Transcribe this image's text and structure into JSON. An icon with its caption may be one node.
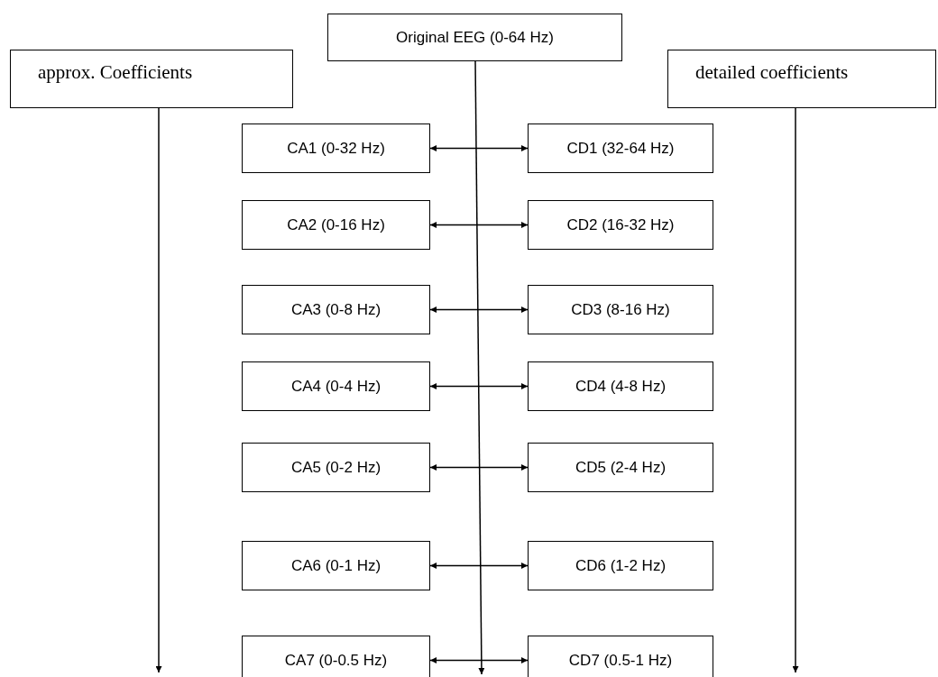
{
  "diagram": {
    "nodes": [
      {
        "text": [
          "Original EEG (0-64 Hz)"
        ]
      },
      {
        "text": [
          "approx.  Coefficients"
        ]
      },
      {
        "text": [
          "detailed coefficients"
        ]
      },
      {
        "text": [
          "CA1 (0-32 Hz)"
        ]
      },
      {
        "text": [
          "CD1 (32-64 Hz)"
        ]
      },
      {
        "text": [
          "CA2 (0-16 Hz)"
        ]
      },
      {
        "text": [
          "CD2 (16-32 Hz)"
        ]
      },
      {
        "text": [
          "CA3 (0-8 Hz)"
        ]
      },
      {
        "text": [
          "CD3 (8-16 Hz)"
        ]
      },
      {
        "text": [
          "CA4 (0-4 Hz)"
        ]
      },
      {
        "text": [
          "CD4 (4-8 Hz)"
        ]
      },
      {
        "text": [
          "CA5 (0-2 Hz)"
        ]
      },
      {
        "text": [
          "CD5 (2-4 Hz)"
        ]
      },
      {
        "text": [
          "CA6 (0-1 Hz)"
        ]
      },
      {
        "text": [
          "CD6 (1-2 Hz)"
        ]
      },
      {
        "text": [
          "CA7 (0-0.5 Hz)"
        ]
      },
      {
        "text": [
          "CD7 (0.5-1 Hz)"
        ]
      }
    ],
    "edges": [
      {
        "from": 0,
        "to": null,
        "arrow": "to"
      },
      {
        "from": 1,
        "to": null,
        "arrow": "to"
      },
      {
        "from": 2,
        "to": null,
        "arrow": "to"
      },
      {
        "from": 3,
        "to": 4,
        "arrow": "both"
      },
      {
        "from": 5,
        "to": 6,
        "arrow": "both"
      },
      {
        "from": 7,
        "to": 8,
        "arrow": "both"
      },
      {
        "from": 9,
        "to": 10,
        "arrow": "both"
      },
      {
        "from": 11,
        "to": 12,
        "arrow": "both"
      },
      {
        "from": 13,
        "to": 14,
        "arrow": "both"
      },
      {
        "from": 15,
        "to": 16,
        "arrow": "both"
      }
    ]
  }
}
